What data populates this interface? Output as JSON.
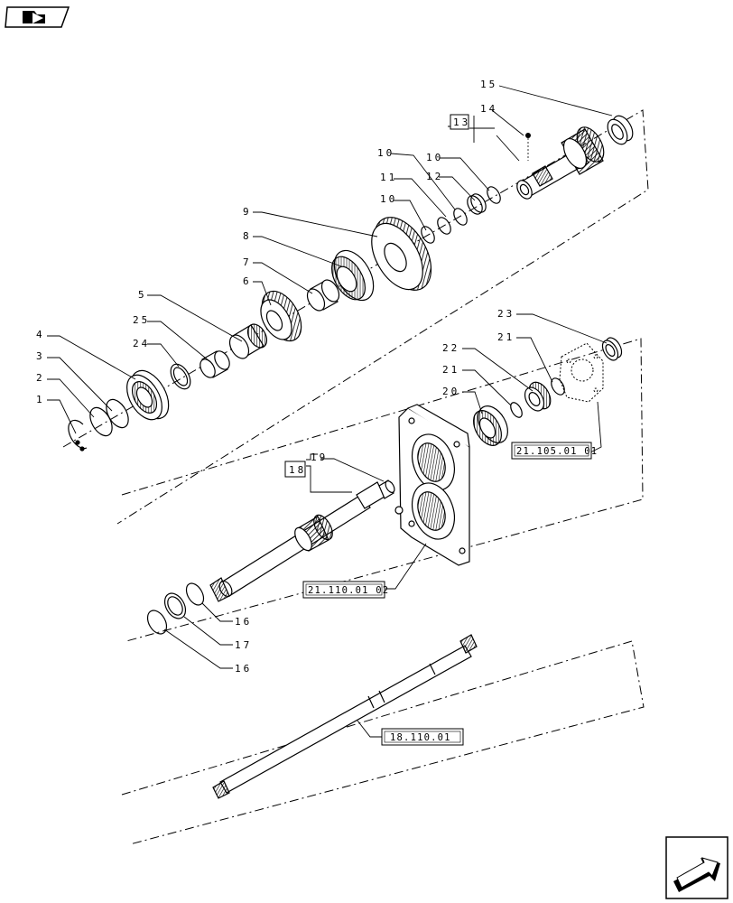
{
  "toolbar": {
    "home_icon": "page-nav-icon",
    "next_icon": "next-page-arrow-icon"
  },
  "callouts": {
    "c1": "1",
    "c2": "2",
    "c3": "3",
    "c4": "4",
    "c5": "5",
    "c6": "6",
    "c7": "7",
    "c8": "8",
    "c9": "9",
    "c10a": "10",
    "c10b": "10",
    "c10c": "10",
    "c11": "11",
    "c12": "12",
    "c13": "13",
    "c14": "14",
    "c15": "15",
    "c16a": "16",
    "c16b": "16",
    "c17": "17",
    "c18": "18",
    "c19": "19",
    "c20": "20",
    "c21a": "21",
    "c21b": "21",
    "c22": "22",
    "c23": "23",
    "c24": "24",
    "c25": "25"
  },
  "references": {
    "ref_cover": "21.105.01 01",
    "ref_housing": "21.110.01 02",
    "ref_shaft": "18.110.01"
  },
  "colors": {
    "line": "#000000",
    "background": "#ffffff"
  }
}
